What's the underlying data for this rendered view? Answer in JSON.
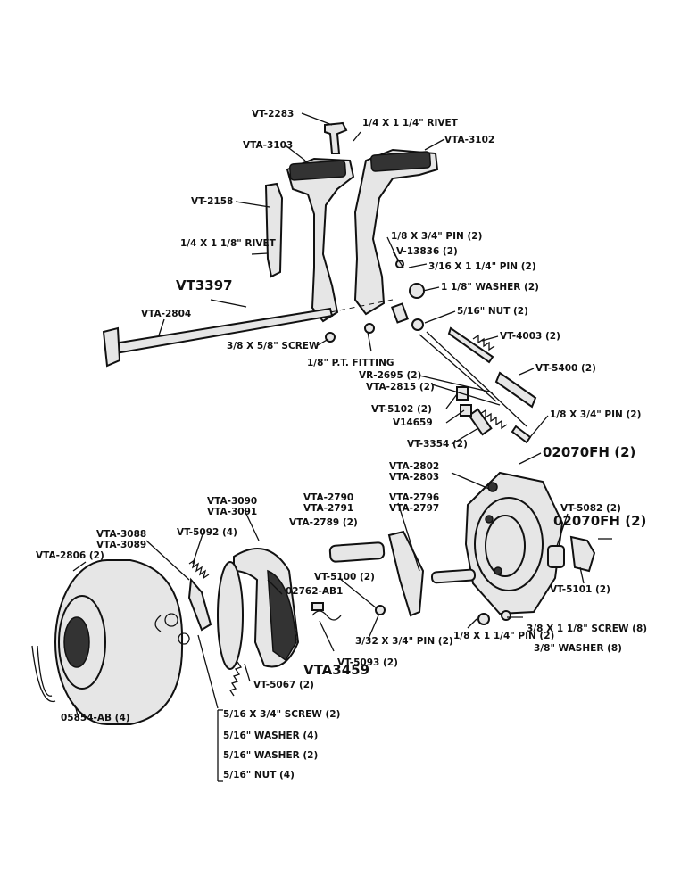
{
  "labels": {
    "vt2283": "VT-2283",
    "rivet_top": "1/4 X 1 1/4\" RIVET",
    "vta3103": "VTA-3103",
    "vta3102": "VTA-3102",
    "vt2158": "VT-2158",
    "rivet_left": "1/4 X 1 1/8\" RIVET",
    "pin_18x34": "1/8 X 3/4\" PIN (2)",
    "v13836": "V-13836 (2)",
    "pin_316": "3/16 X 1 1/4\" PIN (2)",
    "washer_118": "1 1/8\" WASHER (2)",
    "vt3397": "VT3397",
    "vta2804": "VTA-2804",
    "nut_516": "5/16\" NUT (2)",
    "screw_38x58": "3/8 X 5/8\" SCREW",
    "vt4003": "VT-4003 (2)",
    "pt_fitting": "1/8\" P.T. FITTING",
    "vt5400": "VT-5400 (2)",
    "vr2695": "VR-2695 (2)",
    "vta2815": "VTA-2815 (2)",
    "vt5102": "VT-5102 (2)",
    "v14659": "V14659",
    "pin_18x34b": "1/8 X 3/4\" PIN (2)",
    "vt3354": "VT-3354 (2)",
    "fh02070_top": "02070FH (2)",
    "vta2802": "VTA-2802",
    "vta2803": "VTA-2803",
    "vta3090": "VTA-3090",
    "vta3091": "VTA-3091",
    "vta2790": "VTA-2790",
    "vta2791": "VTA-2791",
    "vta2796": "VTA-2796",
    "vta2797": "VTA-2797",
    "vt5092": "VT-5092 (4)",
    "vta2789": "VTA-2789 (2)",
    "vta3088": "VTA-3088",
    "vta3089": "VTA-3089",
    "vt5082": "VT-5082 (2)",
    "fh02070_right": "02070FH (2)",
    "vta2806": "VTA-2806 (2)",
    "vt5100": "VT-5100 (2)",
    "ab02762": "02762-AB1",
    "vt5101": "VT-5101 (2)",
    "screw_38x118": "3/8 X 1 1/8\" SCREW (8)",
    "washer_38": "3/8\" WASHER (8)",
    "pin_18x114": "1/8 X 1 1/4\" PIN (2)",
    "pin_332": "3/32 X 3/4\" PIN (2)",
    "vt5093": "VT-5093 (2)",
    "vta3459": "VTA3459",
    "vt5067": "VT-5067 (2)",
    "ab05854": "05854-AB (4)",
    "screw_516x34": "5/16 X 3/4\" SCREW (2)",
    "washer_516a": "5/16\" WASHER (4)",
    "washer_516b": "5/16\" WASHER (2)",
    "nut_516b": "5/16\" NUT (4)"
  }
}
